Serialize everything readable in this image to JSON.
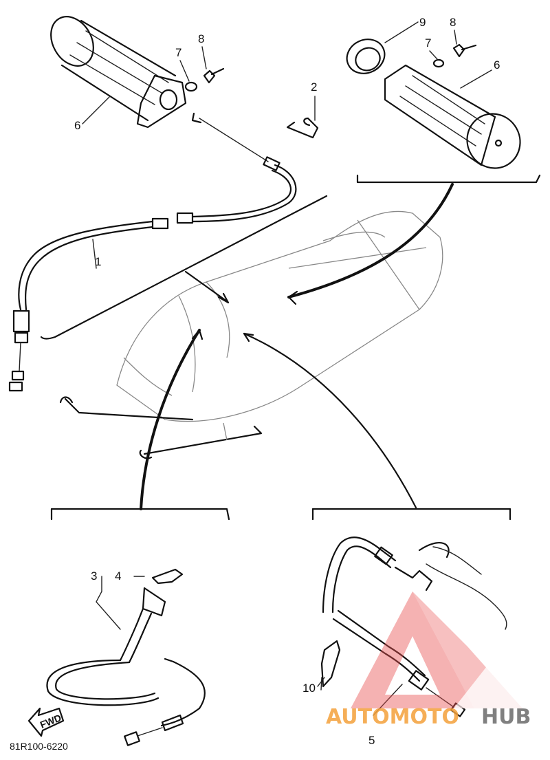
{
  "callouts": {
    "c1": "1",
    "c2": "2",
    "c3": "3",
    "c4": "4",
    "c5": "5",
    "c6a": "6",
    "c6b": "6",
    "c7a": "7",
    "c7b": "7",
    "c8a": "8",
    "c8b": "8",
    "c9": "9",
    "c10": "10"
  },
  "fwd_label": "FWD",
  "drawing_code": "81R100-6220",
  "watermark": {
    "part1": "AUTOMOTO",
    "part2": "HUB",
    "color_primary": "#f4a13a",
    "color_secondary": "#6b6b6b",
    "logo_color": "#e85050"
  }
}
